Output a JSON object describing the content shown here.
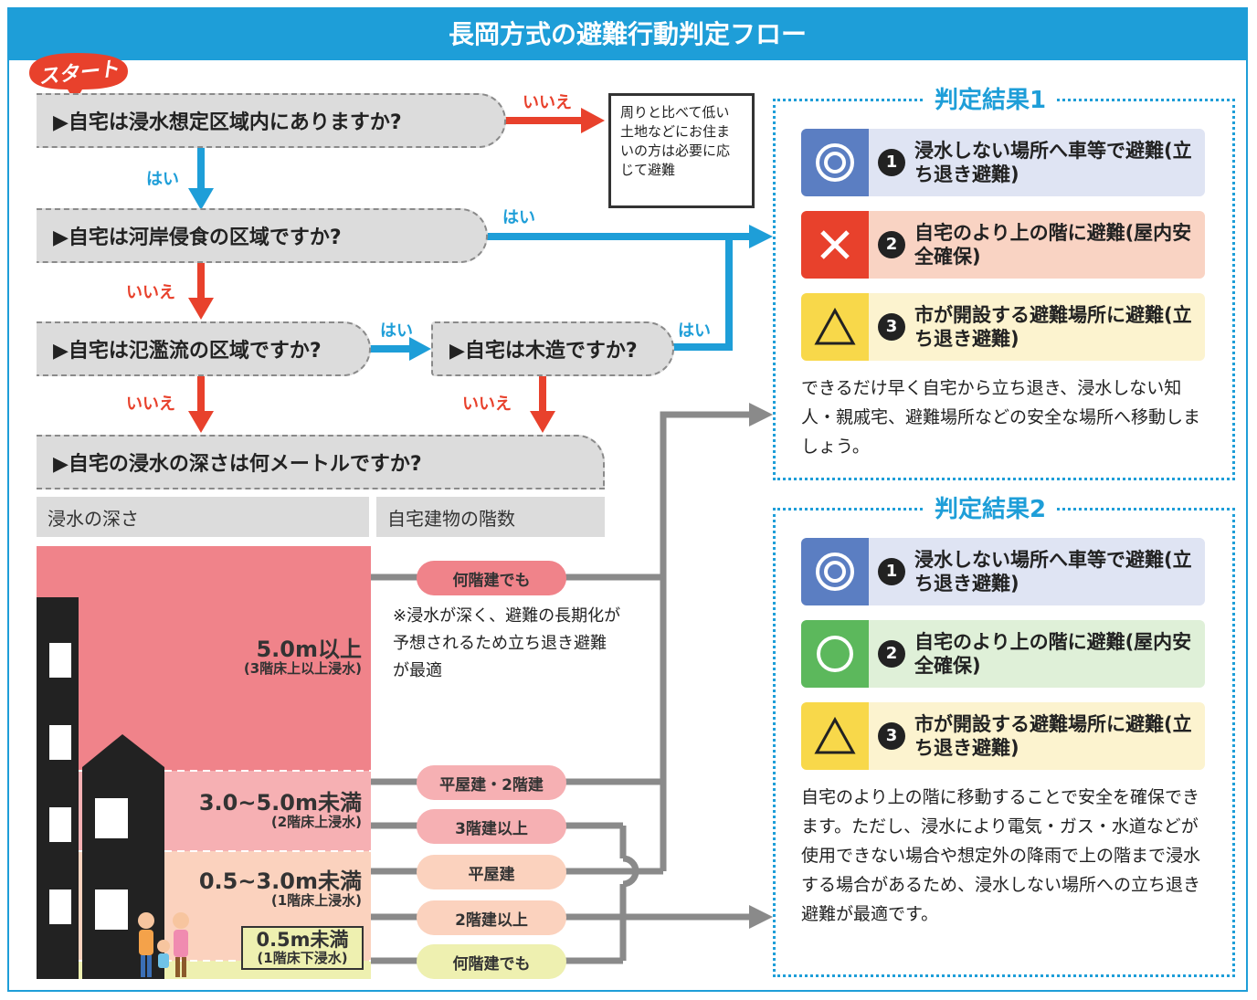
{
  "title": "長岡方式の避難行動判定フロー",
  "start": "スタート",
  "questions": {
    "q1": "▶自宅は浸水想定区域内にありますか?",
    "q2": "▶自宅は河岸侵食の区域ですか?",
    "q3": "▶自宅は氾濫流の区域ですか?",
    "q4": "▶自宅は木造ですか?",
    "q5": "▶自宅の浸水の深さは何メートルですか?"
  },
  "labels": {
    "yes": "はい",
    "no": "いいえ"
  },
  "note_box": "周りと比べて低い土地などにお住まいの方は必要に応じて避難",
  "table_headers": {
    "depth": "浸水の深さ",
    "floors": "自宅建物の階数"
  },
  "zones": [
    {
      "big": "5.0m以上",
      "small": "(3階床上以上浸水)"
    },
    {
      "big": "3.0~5.0m未満",
      "small": "(2階床上浸水)"
    },
    {
      "big": "0.5~3.0m未満",
      "small": "(1階床上浸水)"
    },
    {
      "big": "0.5m未満",
      "small": "(1階床下浸水)"
    }
  ],
  "pills": [
    "何階建でも",
    "平屋建・2階建",
    "3階建以上",
    "平屋建",
    "2階建以上",
    "何階建でも"
  ],
  "zone_note": "※浸水が深く、避難の長期化が予想されるため立ち退き避難が最適",
  "result1": {
    "title": "判定結果1",
    "options": [
      {
        "num": "1",
        "text": "浸水しない場所へ車等で避難(立ち退き避難)"
      },
      {
        "num": "2",
        "text": "自宅のより上の階に避難(屋内安全確保)"
      },
      {
        "num": "3",
        "text": "市が開設する避難場所に避難(立ち退き避難)"
      }
    ],
    "desc": "できるだけ早く自宅から立ち退き、浸水しない知人・親戚宅、避難場所などの安全な場所へ移動しましょう。"
  },
  "result2": {
    "title": "判定結果2",
    "options": [
      {
        "num": "1",
        "text": "浸水しない場所へ車等で避難(立ち退き避難)"
      },
      {
        "num": "2",
        "text": "自宅のより上の階に避難(屋内安全確保)"
      },
      {
        "num": "3",
        "text": "市が開設する避難場所に避難(立ち退き避難)"
      }
    ],
    "desc": "自宅のより上の階に移動することで安全を確保できます。ただし、浸水により電気・ガス・水道などが使用できない場合や想定外の降雨で上の階まで浸水する場合があるため、浸水しない場所への立ち退き避難が最適です。"
  },
  "colors": {
    "blue": "#1e9ed8",
    "red": "#e8412c",
    "gray_line": "#8a8a8a",
    "zone5": "#f0838a",
    "zone3": "#f6b0b3",
    "zone05": "#fbd2be",
    "zone0": "#eef0b0"
  }
}
